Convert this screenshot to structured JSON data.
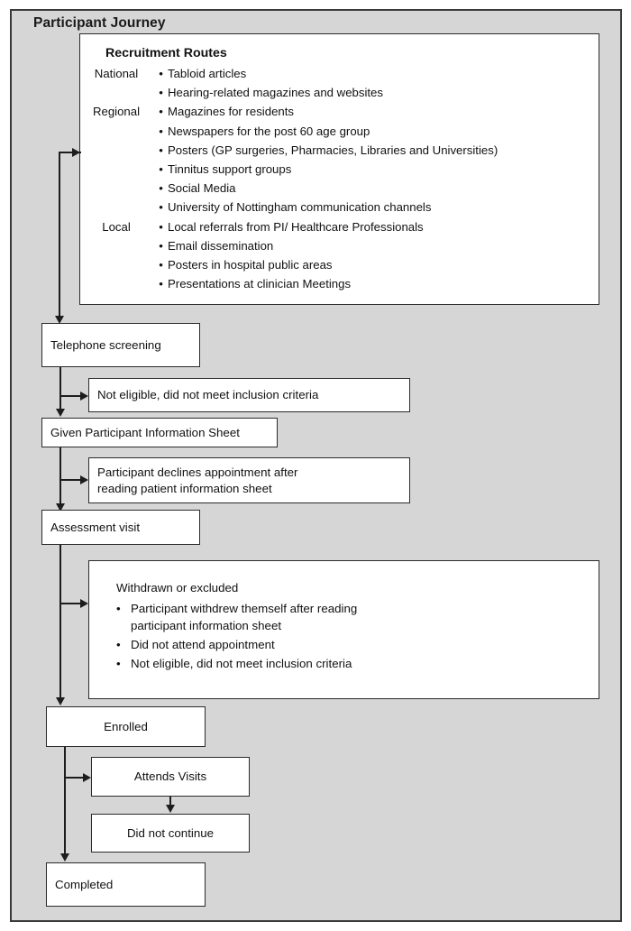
{
  "diagram": {
    "title": "Participant Journey"
  },
  "recruitment": {
    "heading": "Recruitment Routes",
    "rows": [
      {
        "group": "National",
        "bullet": "•",
        "text": "Tabloid articles"
      },
      {
        "group": "",
        "bullet": "•",
        "text": "Hearing-related magazines and websites"
      },
      {
        "group": "Regional",
        "bullet": "•",
        "text": "Magazines for residents"
      },
      {
        "group": "",
        "bullet": "•",
        "text": "Newspapers for the post 60 age group"
      },
      {
        "group": "",
        "bullet": "•",
        "text": "Posters (GP surgeries, Pharmacies, Libraries and Universities)"
      },
      {
        "group": "",
        "bullet": "•",
        "text": "Tinnitus support  groups"
      },
      {
        "group": "",
        "bullet": "•",
        "text": "Social Media"
      },
      {
        "group": "",
        "bullet": "•",
        "text": "University of Nottingham  communication  channels"
      },
      {
        "group": "Local",
        "bullet": "•",
        "text": "Local referrals from PI/ Healthcare Professionals"
      },
      {
        "group": "",
        "bullet": "•",
        "text": "Email dissemination"
      },
      {
        "group": "",
        "bullet": "•",
        "text": "Posters in  hospital public areas"
      },
      {
        "group": "",
        "bullet": "•",
        "text": "Presentations at clinician Meetings"
      }
    ]
  },
  "nodes": {
    "telephone_screening": "Telephone screening",
    "not_eligible": "Not eligible, did not meet inclusion criteria",
    "given_pis": "Given Participant Information  Sheet",
    "declines": "Participant declines appointment  after\nreading patient information  sheet",
    "assessment_visit": "Assessment visit",
    "enrolled": "Enrolled",
    "attends_visits": "Attends  Visits",
    "did_not_continue": "Did not continue",
    "completed": "Completed"
  },
  "withdrawn": {
    "title": "Withdrawn or excluded",
    "items": [
      {
        "bullet": "•",
        "text": "Participant withdrew themself after reading\nparticipant information sheet"
      },
      {
        "bullet": "•",
        "text": "Did not attend appointment"
      },
      {
        "bullet": "•",
        "text": "Not eligible, did not meet inclusion criteria"
      }
    ]
  },
  "colors": {
    "background": "#d6d6d6",
    "node_fill": "#ffffff",
    "stroke": "#2b2b2b",
    "connector": "#1d1d1d"
  }
}
